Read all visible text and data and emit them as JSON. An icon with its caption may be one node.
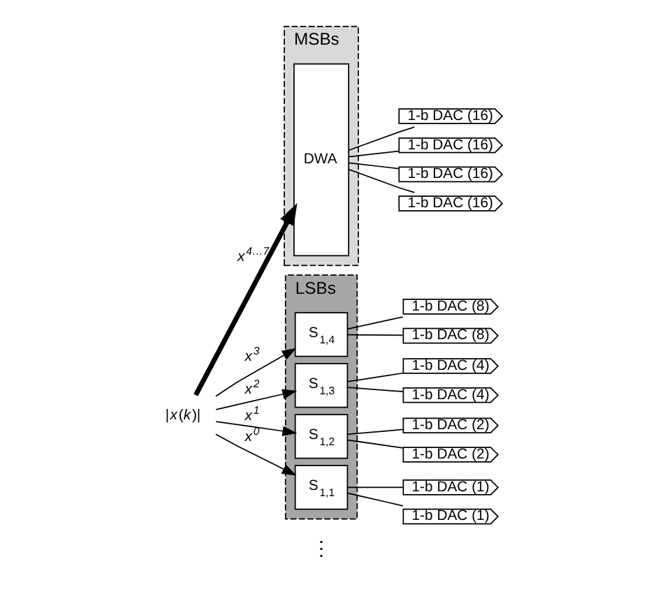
{
  "diagram": {
    "nodes": [
      {
        "text": [
          "MSBs"
        ]
      },
      {
        "text": [
          "DWA"
        ],
        "in": 0
      },
      {
        "text": [
          "1-b DAC (16)"
        ]
      },
      {
        "text": [
          "1-b DAC (16)"
        ]
      },
      {
        "text": [
          "1-b DAC (16)"
        ]
      },
      {
        "text": [
          "1-b DAC (16)"
        ]
      },
      {
        "text": [
          "LSBs"
        ]
      },
      {
        "text": [
          "S$_{1,4}$"
        ],
        "in": 6
      },
      {
        "text": [
          "1-b DAC (8)"
        ]
      },
      {
        "text": [
          "1-b DAC (8)"
        ]
      },
      {
        "text": [
          "S$_{1,3}$"
        ],
        "in": 6
      },
      {
        "text": [
          "1-b DAC (4)"
        ]
      },
      {
        "text": [
          "1-b DAC (4)"
        ]
      },
      {
        "text": [
          "S$_{1,2}$"
        ],
        "in": 6
      },
      {
        "text": [
          "1-b DAC (2)"
        ]
      },
      {
        "text": [
          "1-b DAC (2)"
        ]
      },
      {
        "text": [
          "S$_{1,1}$"
        ],
        "in": 6
      },
      {
        "text": [
          "1-b DAC (1)"
        ]
      },
      {
        "text": [
          "1-b DAC (1)"
        ]
      },
      {
        "text": [
          "|*x*(*k*)|"
        ]
      }
    ],
    "edges": [
      {
        "from": 19,
        "to": 1,
        "arrow": "to",
        "label": "x$^{4…7}$",
        "style": "thick"
      },
      {
        "from": 19,
        "to": 7,
        "arrow": "to",
        "label": "x$^{3}$"
      },
      {
        "from": 19,
        "to": 10,
        "arrow": "to",
        "label": "x$^{2}$"
      },
      {
        "from": 19,
        "to": 13,
        "arrow": "to",
        "label": "x$^{1}$"
      },
      {
        "from": 19,
        "to": 16,
        "arrow": "to",
        "label": "x$^{0}$"
      },
      {
        "from": 1,
        "to": 2,
        "arrow": "none"
      },
      {
        "from": 1,
        "to": 3,
        "arrow": "none"
      },
      {
        "from": 1,
        "to": 4,
        "arrow": "none"
      },
      {
        "from": 1,
        "to": 5,
        "arrow": "none"
      },
      {
        "from": 7,
        "to": 8,
        "arrow": "none"
      },
      {
        "from": 7,
        "to": 9,
        "arrow": "none"
      },
      {
        "from": 10,
        "to": 11,
        "arrow": "none"
      },
      {
        "from": 10,
        "to": 12,
        "arrow": "none"
      },
      {
        "from": 13,
        "to": 14,
        "arrow": "none"
      },
      {
        "from": 13,
        "to": 15,
        "arrow": "none"
      },
      {
        "from": 16,
        "to": 17,
        "arrow": "none"
      },
      {
        "from": 16,
        "to": 18,
        "arrow": "none"
      }
    ],
    "labels": [
      "⋮"
    ]
  }
}
